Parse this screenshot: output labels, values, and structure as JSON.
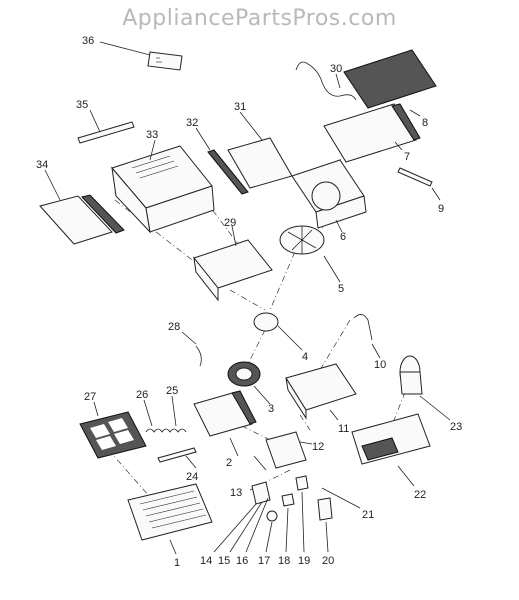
{
  "watermark": "AppliancePartsPros.com",
  "diagram": {
    "type": "exploded-parts-view",
    "callouts": [
      "1",
      "2",
      "3",
      "4",
      "5",
      "6",
      "7",
      "8",
      "9",
      "10",
      "11",
      "12",
      "13",
      "14",
      "15",
      "16",
      "17",
      "18",
      "19",
      "20",
      "21",
      "22",
      "23",
      "24",
      "25",
      "26",
      "27",
      "28",
      "29",
      "30",
      "31",
      "32",
      "33",
      "34",
      "35",
      "36"
    ]
  }
}
